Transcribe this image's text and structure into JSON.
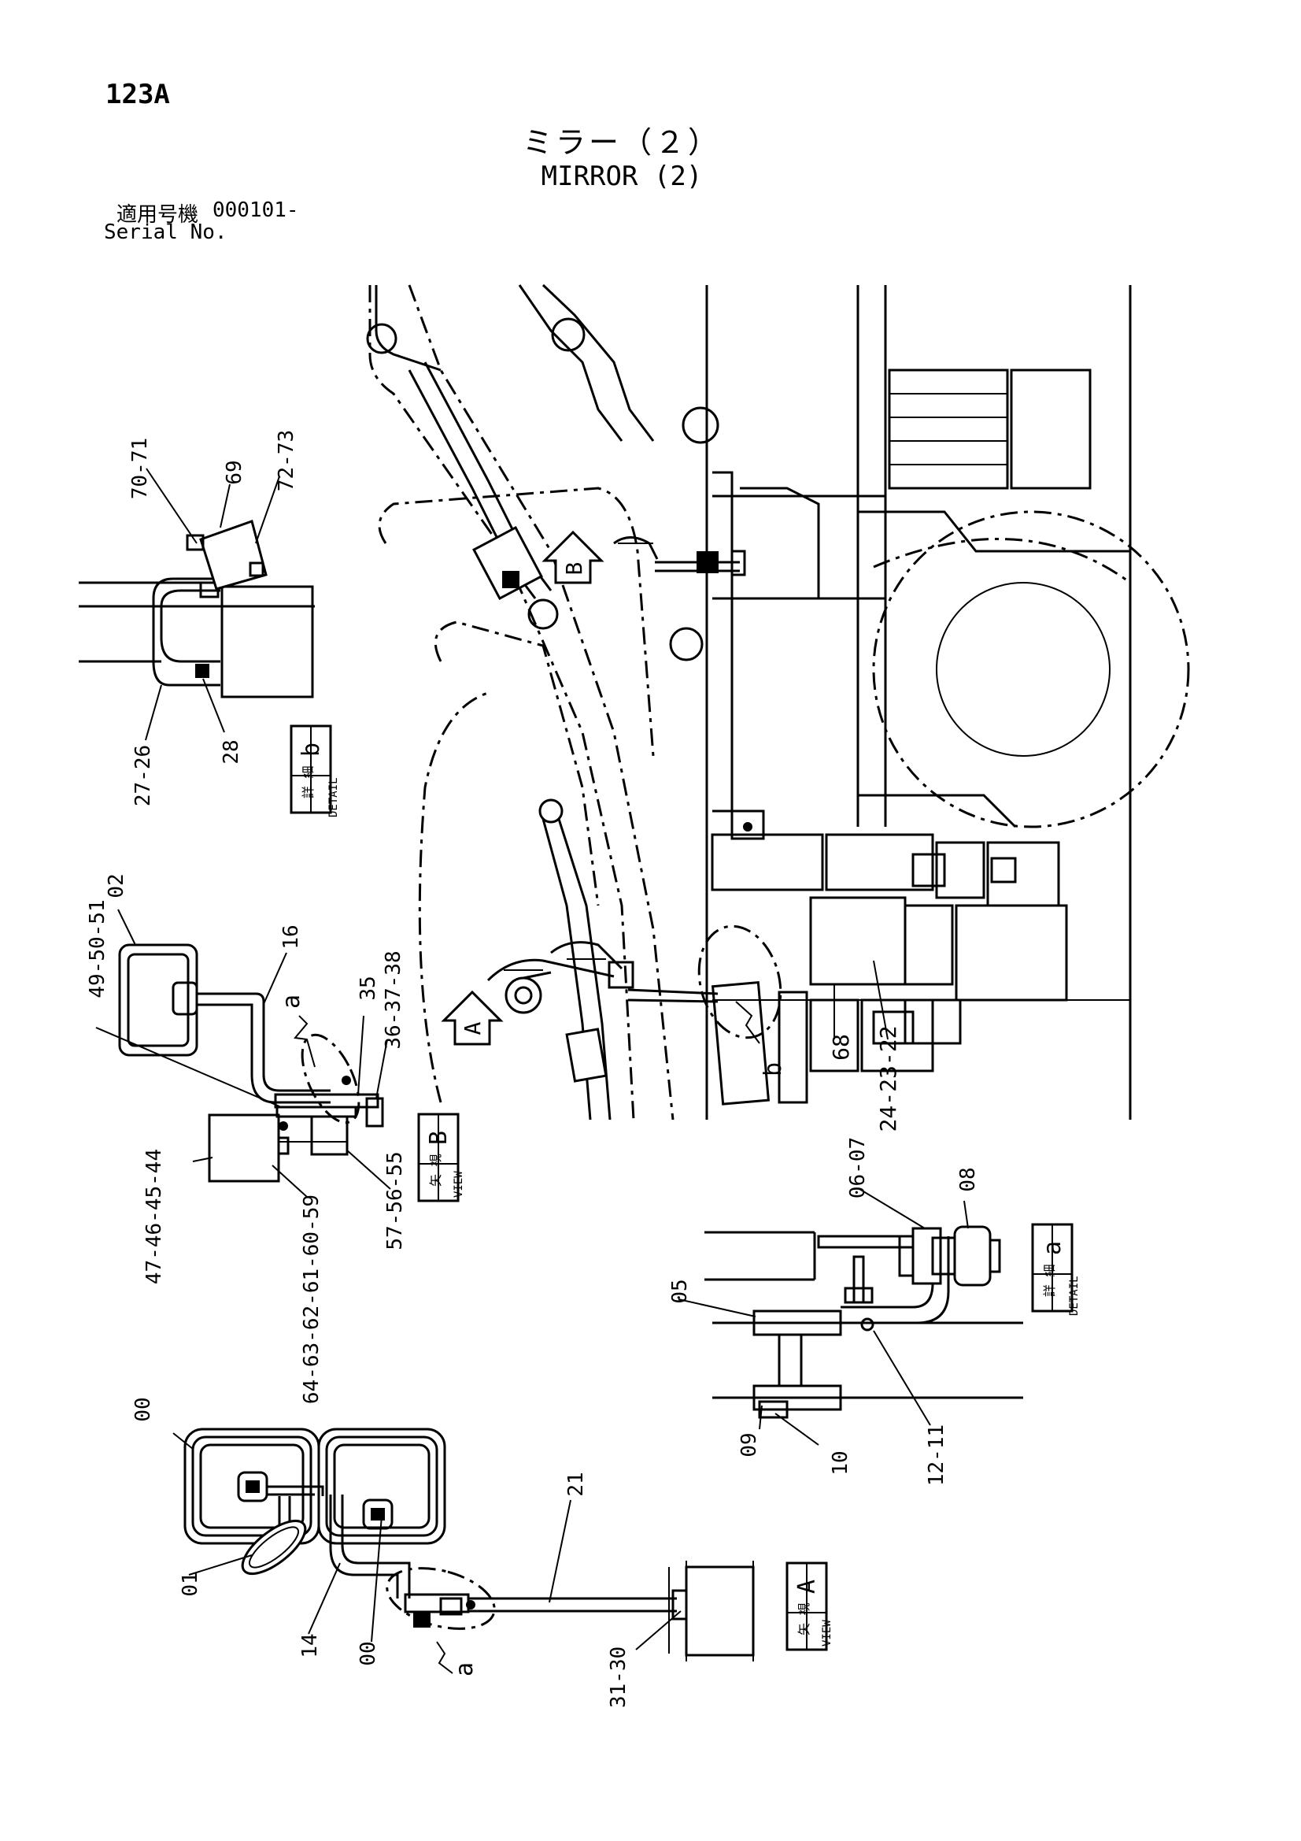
{
  "header": {
    "page_number": "123A",
    "title_jp": "ミラー（２）",
    "title_en": "MIRROR (2)",
    "serial_label_jp": "適用号機",
    "serial_value": "000101-",
    "serial_label_en": "Serial No."
  },
  "callouts": {
    "c70_71": "70-71",
    "c69": "69",
    "c72_73": "72-73",
    "c27_26": "27-26",
    "c28": "28",
    "c02": "02",
    "c16": "16",
    "c49_50_51": "49-50-51",
    "c35": "35",
    "c36_37_38": "36-37-38",
    "c47_46_45_44": "47-46-45-44",
    "c64_63_62_61_60_59": "64-63-62-61-60-59",
    "c57_56_55": "57-56-55",
    "c68": "68",
    "c24_23_22": "24-23-22",
    "c06_07": "06-07",
    "c08": "08",
    "c05": "05",
    "c09": "09",
    "c10": "10",
    "c12_11": "12-11",
    "c00_top": "00",
    "c01": "01",
    "c14": "14",
    "c00_bottom": "00",
    "c21": "21",
    "c31_30": "31-30"
  },
  "reference_markers": {
    "arrow_a": "A",
    "arrow_b": "B",
    "leader_a_view": "a",
    "leader_b_main": "b",
    "leader_a_detail": "a"
  },
  "label_boxes": {
    "detail_b": {
      "jp": "詳 細",
      "en": "DETAIL",
      "letter": "b"
    },
    "view_b": {
      "jp": "矢 視",
      "en": "VIEW",
      "letter": "B"
    },
    "detail_a": {
      "jp": "詳 細",
      "en": "DETAIL",
      "letter": "a"
    },
    "view_a": {
      "jp": "矢 視",
      "en": "VIEW",
      "letter": "A"
    }
  }
}
